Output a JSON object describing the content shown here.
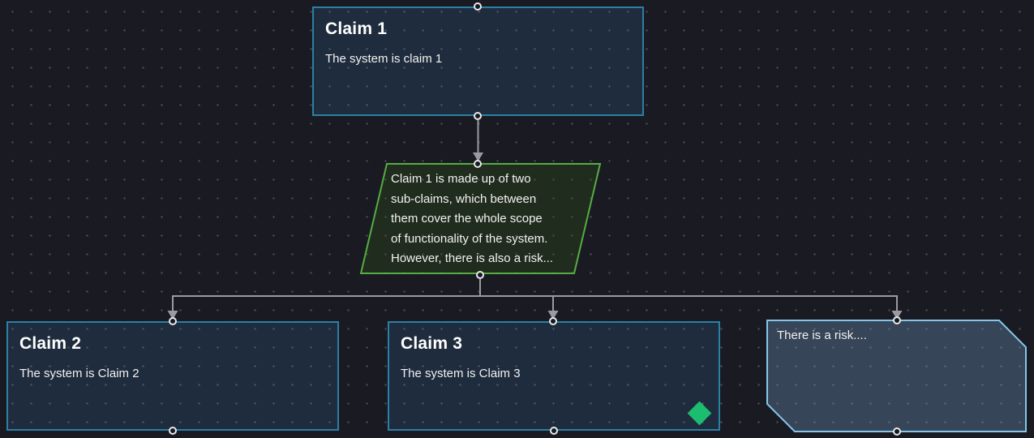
{
  "diagram": {
    "nodes": {
      "claim1": {
        "title": "Claim 1",
        "body": "The system is claim 1"
      },
      "strategy": {
        "lines": [
          "Claim 1 is made up of two",
          "sub-claims, which between",
          "them cover the whole scope",
          "of functionality of the system.",
          "However, there is also a risk..."
        ]
      },
      "claim2": {
        "title": "Claim 2",
        "body": "The system is Claim 2"
      },
      "claim3": {
        "title": "Claim 3",
        "body": "The system is Claim 3"
      },
      "risk": {
        "text": "There is a risk...."
      }
    },
    "colors": {
      "background": "#1a1a23",
      "grid_dot": "#4a4a55",
      "claim_border": "#2b80a5",
      "claim_fill": "#1d293a",
      "strategy_border": "#55ad43",
      "strategy_fill": "#1e2a1c",
      "risk_border": "#85c6e8",
      "risk_fill": "#35495c",
      "connector": "#9a9aa0",
      "port_ring": "#e9e9e9",
      "status_diamond": "#1dbd70"
    }
  }
}
